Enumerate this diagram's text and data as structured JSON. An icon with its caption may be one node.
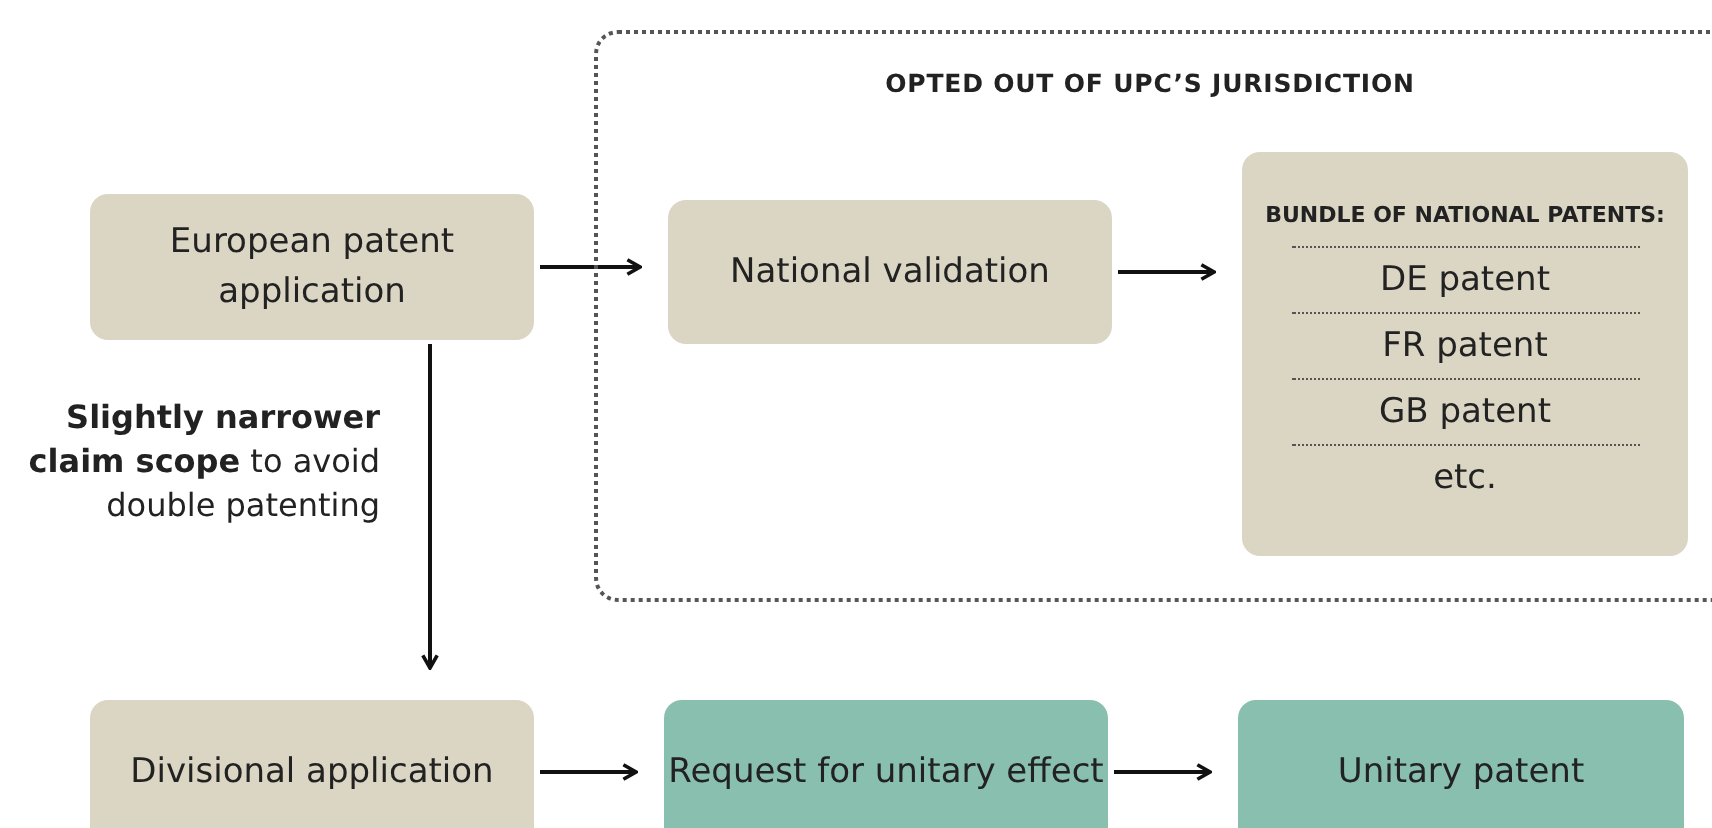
{
  "diagram": {
    "nodes": [
      {
        "text": [
          "European patent application"
        ]
      },
      {
        "text": [
          "OPTED OUT OF UPC’S JURISDICTION"
        ]
      },
      {
        "text": [
          "National validation"
        ],
        "in": 1
      },
      {
        "text": [
          "BUNDLE OF NATIONAL PATENTS:",
          "DE patent",
          "FR patent",
          "GB patent",
          "etc."
        ],
        "in": 1
      },
      {
        "text": [
          "Divisional application"
        ]
      },
      {
        "text": [
          "Request for unitary effect"
        ]
      },
      {
        "text": [
          "Unitary patent"
        ]
      }
    ],
    "edges": [
      {
        "from": 0,
        "to": 2,
        "arrow": "to"
      },
      {
        "from": 2,
        "to": 3,
        "arrow": "to"
      },
      {
        "from": 0,
        "to": 4,
        "arrow": "to",
        "label": "**Slightly narrower claim scope** to avoid double patenting"
      },
      {
        "from": 4,
        "to": 5,
        "arrow": "to"
      },
      {
        "from": 5,
        "to": 6,
        "arrow": "to"
      }
    ]
  }
}
